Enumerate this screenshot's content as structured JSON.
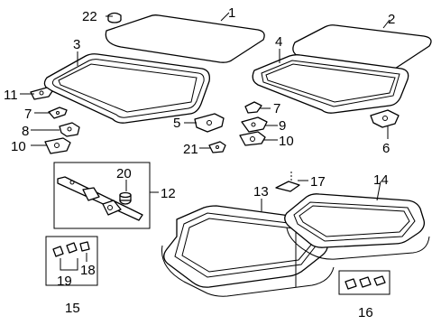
{
  "diagram": {
    "callouts": {
      "c1": "1",
      "c2": "2",
      "c3": "3",
      "c4": "4",
      "c5": "5",
      "c6": "6",
      "c7a": "7",
      "c7b": "7",
      "c8": "8",
      "c9": "9",
      "c10a": "10",
      "c10b": "10",
      "c11": "11",
      "c12": "12",
      "c13": "13",
      "c14": "14",
      "c15": "15",
      "c16": "16",
      "c17": "17",
      "c18": "18",
      "c19": "19",
      "c20": "20",
      "c21": "21",
      "c22": "22"
    }
  }
}
